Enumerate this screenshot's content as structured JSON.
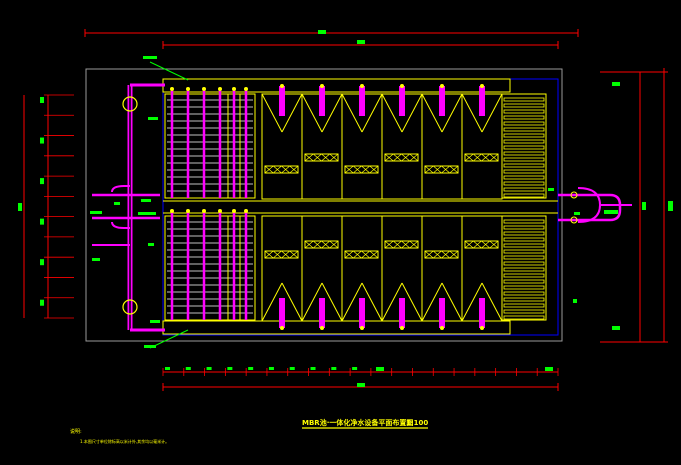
{
  "drawing": {
    "title": "MBR池·一体化净水设备平面布置图",
    "scale": "1:100",
    "notes_label": "说明:",
    "note_1": "1.本图尺寸单位除标高以米计外,其余均以毫米计。"
  },
  "colors": {
    "background": "#000000",
    "yellow": "#ffff00",
    "magenta": "#ff00ff",
    "red": "#ff0000",
    "green": "#00ff00",
    "white": "#ffffff",
    "blue": "#0000ff",
    "gray": "#9a9a9a"
  },
  "counts": {
    "membrane_modules_per_row": 6,
    "filter_rows": 2,
    "left_tick_marks": 12,
    "bottom_tick_marks": 20
  }
}
